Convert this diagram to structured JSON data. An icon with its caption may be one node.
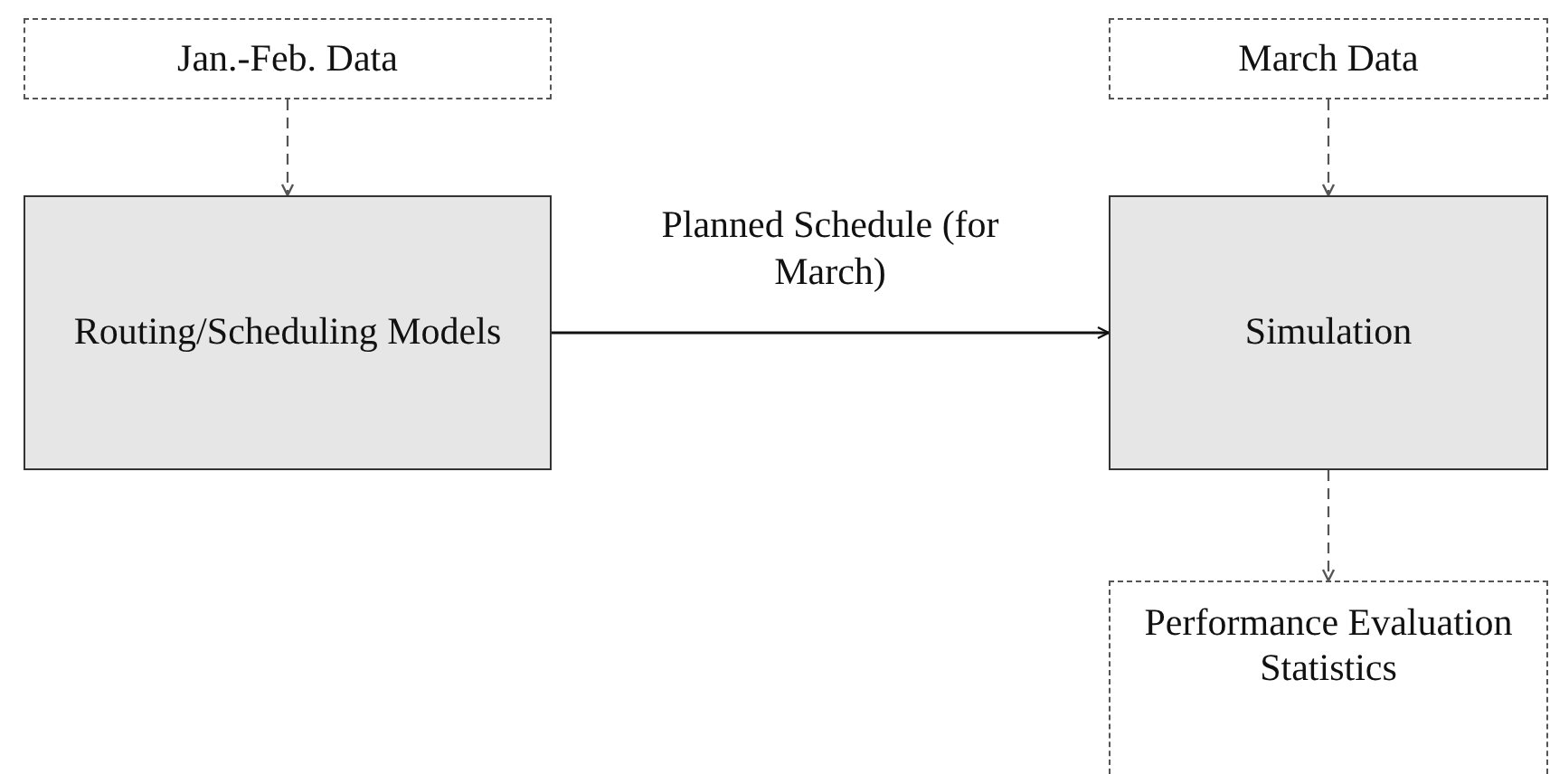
{
  "diagram": {
    "nodes": [
      {
        "text": [
          "Jan.-Feb. Data"
        ]
      },
      {
        "text": [
          "Routing/Scheduling Models"
        ]
      },
      {
        "text": [
          "March Data"
        ]
      },
      {
        "text": [
          "Simulation"
        ]
      },
      {
        "text": [
          "Performance Evaluation Statistics"
        ]
      }
    ],
    "edges": [
      {
        "from": 0,
        "to": 1,
        "arrow": "to",
        "style": "dashed"
      },
      {
        "from": 1,
        "to": 3,
        "arrow": "to",
        "label": "Planned Schedule (for March)"
      },
      {
        "from": 2,
        "to": 3,
        "arrow": "to",
        "style": "dashed"
      },
      {
        "from": 3,
        "to": 4,
        "arrow": "to",
        "style": "dashed"
      }
    ]
  }
}
